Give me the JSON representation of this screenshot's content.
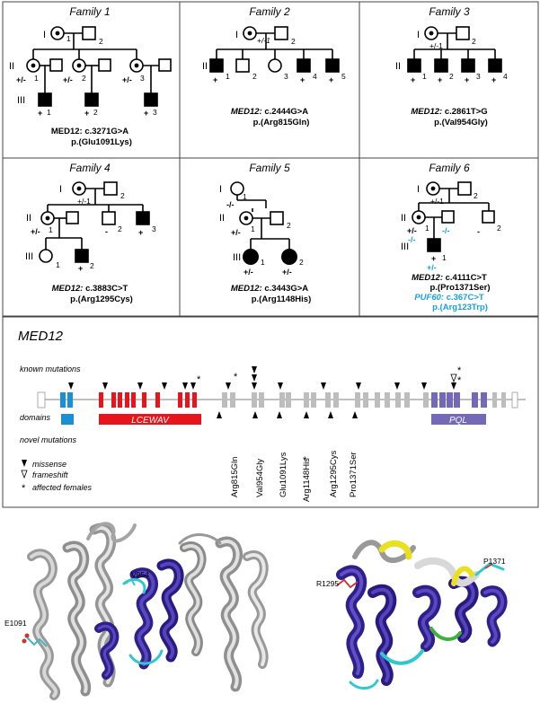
{
  "families": [
    {
      "title": "Family 1",
      "gene": "MED12:",
      "cdna": "c.3271G>A",
      "protein": "p.(Glu1091Lys)",
      "labels": {
        "g1": "I",
        "g2": "II",
        "g3": "III",
        "n_i1": "1",
        "n_i2": "2",
        "n_ii1": "1",
        "n_ii2": "2",
        "n_ii3": "3",
        "n_iii1": "1",
        "n_iii2": "2",
        "n_iii3": "3",
        "s_ii1": "+/-",
        "s_ii2": "+/-",
        "s_ii3": "+/-",
        "s_iii1": "+",
        "s_iii2": "+",
        "s_iii3": "+"
      }
    },
    {
      "title": "Family 2",
      "gene": "MED12:",
      "cdna": "c.2444G>A",
      "protein": "p.(Arg815Gln)",
      "labels": {
        "g1": "I",
        "g2": "II",
        "n_i1": "+/-1",
        "n_i2": "2",
        "n_ii1": "1",
        "n_ii2": "2",
        "n_ii3": "3",
        "n_ii4": "4",
        "n_ii5": "5",
        "s_ii1": "+",
        "s_ii4": "+",
        "s_ii5": "+"
      }
    },
    {
      "title": "Family 3",
      "gene": "MED12:",
      "cdna": "c.2861T>G",
      "protein": "p.(Val954Gly)",
      "labels": {
        "g1": "I",
        "g2": "II",
        "n_i1": "+/-1",
        "n_i2": "2",
        "n_ii1": "1",
        "n_ii2": "2",
        "n_ii3": "3",
        "n_ii4": "4",
        "s_ii1": "+",
        "s_ii2": "+",
        "s_ii3": "+",
        "s_ii4": "+"
      }
    },
    {
      "title": "Family 4",
      "gene": "MED12:",
      "cdna": "c.3883C>T",
      "protein": "p.(Arg1295Cys)",
      "labels": {
        "g1": "I",
        "g2": "II",
        "g3": "III",
        "n_i1": "+/-1",
        "n_i2": "2",
        "n_ii1": "1",
        "n_ii2": "2",
        "n_ii3": "3",
        "n_iii1": "1",
        "n_iii2": "2",
        "s_ii1": "+/-",
        "s_ii2": "-",
        "s_ii3": "+",
        "s_iii2": "+"
      }
    },
    {
      "title": "Family 5",
      "gene": "MED12:",
      "cdna": "c.3443G>A",
      "protein": "p.(Arg1148His)",
      "labels": {
        "g1": "I",
        "g2": "II",
        "g3": "III",
        "n_i1": "1",
        "n_i2": "2",
        "n_ii1": "1",
        "n_ii2": "2",
        "n_iii1": "1",
        "n_iii2": "2",
        "s_i1": "-/-",
        "s_ii1": "+/-",
        "s_iii1": "+/-",
        "s_iii2": "+/-"
      }
    },
    {
      "title": "Family 6",
      "gene": "MED12:",
      "cdna": "c.4111C>T",
      "protein": "p.(Pro1371Ser)",
      "gene2": "PUF60:",
      "cdna2": "c.367C>T",
      "protein2": "p.(Arg123Trp)",
      "labels": {
        "g1": "I",
        "g2": "II",
        "g3": "III",
        "n_i1": "+/-1",
        "n_i2": "2",
        "n_ii1": "1",
        "n_ii2": "2",
        "n_iii1": "1",
        "s_ii1": "+/-",
        "s_ii1b": "-/-",
        "s_ii1c": "-/-",
        "s_ii2": "-",
        "s_iii1": "+",
        "s_iii1b": "+/-"
      }
    }
  ],
  "gene_panel": {
    "title": "MED12",
    "known_label": "known mutations",
    "domains_label": "domains",
    "novel_label": "novel mutations",
    "domain_names": [
      "LCEWAV",
      "PQL"
    ],
    "novel_mutations": [
      "Arg815Gln",
      "Val954Gly",
      "Glu1091Lys",
      "Arg1148His",
      "Arg1295Cys",
      "Pro1371Ser"
    ],
    "legend": [
      {
        "symbol": "filled-arrow",
        "text": "missense"
      },
      {
        "symbol": "open-arrow",
        "text": "frameshift"
      },
      {
        "symbol": "asterisk",
        "text": "affected females"
      }
    ],
    "asterisk": "*",
    "colors": {
      "blue": "#1a8fd6",
      "red": "#e8141b",
      "purple": "#7468b9",
      "grey": "#bdbdbd"
    }
  },
  "structures": {
    "left_labels": [
      "V954",
      "E1091"
    ],
    "right_labels": [
      "R1295",
      "P1371"
    ],
    "colors": {
      "helix_main": "#3b2a96",
      "grey_helix": "#b3b3b3",
      "cyan": "#30c8d0",
      "yellow": "#e8e020",
      "green": "#40b040"
    }
  }
}
